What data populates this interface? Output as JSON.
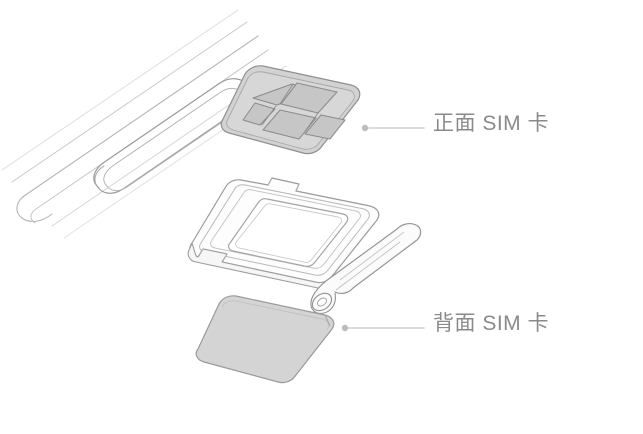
{
  "diagram": {
    "type": "exploded-assembly-line-drawing",
    "subject": "dual-sim-tray-assembly",
    "background_color": "#ffffff",
    "line_color": "#8d8d8d",
    "line_color_light": "#bdbdbd",
    "fill_card_front": "#d2d2d2",
    "fill_card_back": "#d4d4d4",
    "fill_contacts": "#c6c6c6",
    "fill_tray": "#fdfdfd",
    "parts": [
      {
        "id": "phone-edge",
        "name": "phone-body-edge-with-sim-slot",
        "description": "Lower-left corner edge of phone showing the rounded SIM tray slot opening"
      },
      {
        "id": "sim-front",
        "name": "front-sim-card",
        "description": "Nano SIM card shown contact-side up with gold contact pad pattern"
      },
      {
        "id": "sim-tray",
        "name": "dual-sim-tray",
        "description": "Open-frame dual sided SIM tray with stepped notch and outer edge bar containing eject pinhole"
      },
      {
        "id": "sim-back",
        "name": "back-sim-card",
        "description": "Second nano SIM card shown blank back side facing viewer"
      }
    ]
  },
  "callouts": [
    {
      "id": "front",
      "label": "正面 SIM 卡",
      "leader": "horizontal-line-with-dot",
      "points_to": "sim-front"
    },
    {
      "id": "back",
      "label": "背面 SIM 卡",
      "leader": "horizontal-line-with-dot",
      "points_to": "sim-back"
    }
  ],
  "colors": {
    "text": "#8a8a8a",
    "leader_line": "#cfcfcf",
    "leader_dot": "#b8b8b8"
  }
}
